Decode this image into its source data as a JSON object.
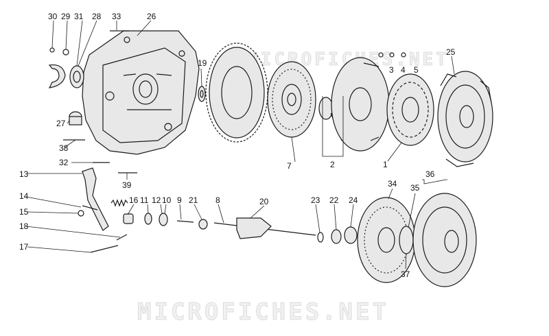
{
  "watermark": {
    "top": "MICROFICHES.NET",
    "bottom": "MICROFICHES.NET"
  },
  "callouts": {
    "n1": "1",
    "n2": "2",
    "n3": "3",
    "n4": "4",
    "n5": "5",
    "n7": "7",
    "n8": "8",
    "n9": "9",
    "n10": "10",
    "n11": "11",
    "n12": "12",
    "n13": "13",
    "n14": "14",
    "n15": "15",
    "n16": "16",
    "n17": "17",
    "n18": "18",
    "n19": "19",
    "n20": "20",
    "n21": "21",
    "n22": "22",
    "n23": "23",
    "n24": "24",
    "n25": "25",
    "n26": "26",
    "n27": "27",
    "n28": "28",
    "n29": "29",
    "n30": "30",
    "n31": "31",
    "n32": "32",
    "n33": "33",
    "n34": "34",
    "n35": "35",
    "n36": "36",
    "n37": "37",
    "n38": "38",
    "n39": "39"
  },
  "colors": {
    "ink": "#1a1a1a",
    "part_shade": "#e8e8e8",
    "watermark_outline": "#d6d6d6"
  }
}
